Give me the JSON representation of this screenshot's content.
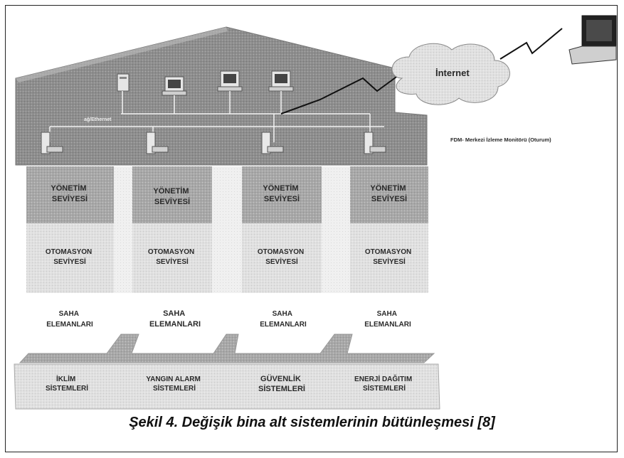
{
  "figure": {
    "caption": "Şekil 4. Değişik bina alt sistemlerinin bütünleşmesi [8]",
    "internet_label": "İnternet",
    "central_monitoring_label": "FDM- Merkezi İzleme Monitörü (Oturum)",
    "network_label": "ağ/Ethernet",
    "columns": [
      {
        "management": [
          "YÖNETİM",
          "SEVİYESİ"
        ],
        "automation": [
          "OTOMASYON",
          "SEVİYESİ"
        ],
        "field": [
          "SAHA",
          "ELEMANLARI"
        ]
      },
      {
        "management": [
          "YÖNETİM",
          "SEVİYESİ"
        ],
        "automation": [
          "OTOMASYON",
          "SEVİYESİ"
        ],
        "field": [
          "SAHA",
          "ELEMANLARI"
        ]
      },
      {
        "management": [
          "YÖNETİM",
          "SEVİYESİ"
        ],
        "automation": [
          "OTOMASYON",
          "SEVİYESİ"
        ],
        "field": [
          "SAHA",
          "ELEMANLARI"
        ]
      },
      {
        "management": [
          "YÖNETİM",
          "SEVİYESİ"
        ],
        "automation": [
          "OTOMASYON",
          "SEVİYESİ"
        ],
        "field": [
          "SAHA",
          "ELEMANLARI"
        ]
      }
    ],
    "systems": [
      [
        "İKLİM",
        "SİSTEMLERİ"
      ],
      [
        "YANGIN ALARM",
        "SİSTEMLERİ"
      ],
      [
        "GÜVENLİK",
        "SİSTEMLERİ"
      ],
      [
        "ENERJİ DAĞITIM",
        "SİSTEMLERİ"
      ]
    ],
    "colors": {
      "pattern_dark": "#8c8c8c",
      "pattern_light": "#dcdcdc",
      "frame": "#222222"
    }
  }
}
